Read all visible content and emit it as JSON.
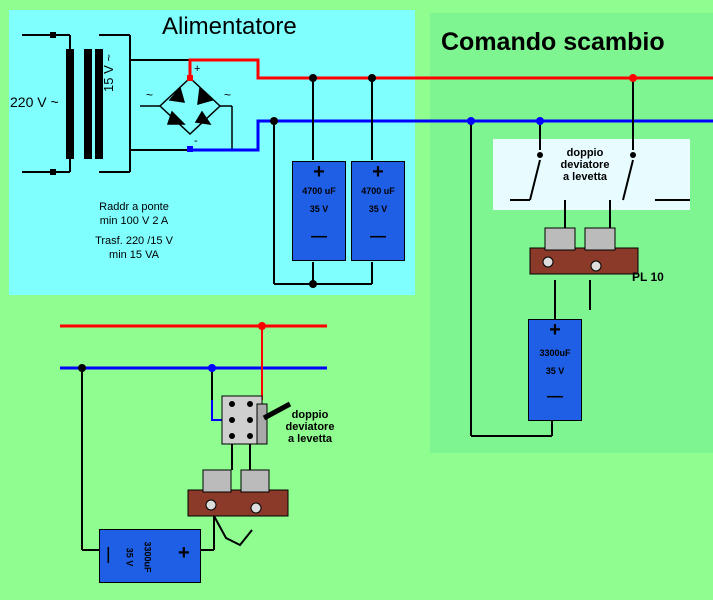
{
  "alimentatore": {
    "title": "Alimentatore",
    "primary_voltage": "220 V ~",
    "secondary_voltage": "15 V ~",
    "bridge_plus": "+",
    "bridge_minus": "-",
    "ac_symbol": "~",
    "notes": [
      "Raddr a ponte",
      "min 100 V 2 A",
      "Trasf. 220 /15 V",
      "min 15 VA"
    ],
    "capacitors": [
      {
        "value": "4700 uF",
        "voltage": "35 V"
      },
      {
        "value": "4700 uF",
        "voltage": "35 V"
      }
    ],
    "plus_sign": "+",
    "minus_sign": "—"
  },
  "comando": {
    "title": "Comando scambio",
    "switch_label": [
      "doppio",
      "deviatore",
      "a levetta"
    ],
    "point_motor_label": "PL 10",
    "capacitor": {
      "value": "3300uF",
      "voltage": "35 V"
    }
  },
  "bottom": {
    "switch_label": [
      "doppio",
      "deviatore",
      "a levetta"
    ],
    "capacitor": {
      "value": "3300uF",
      "voltage": "35 V"
    }
  },
  "colors": {
    "background": "#8ffd8f",
    "alimentatore_panel": "#80ffff",
    "comando_panel": "#7ef591",
    "positive_wire": "#ff0000",
    "negative_wire": "#0000ff",
    "capacitor_body": "#1f5fe6"
  }
}
